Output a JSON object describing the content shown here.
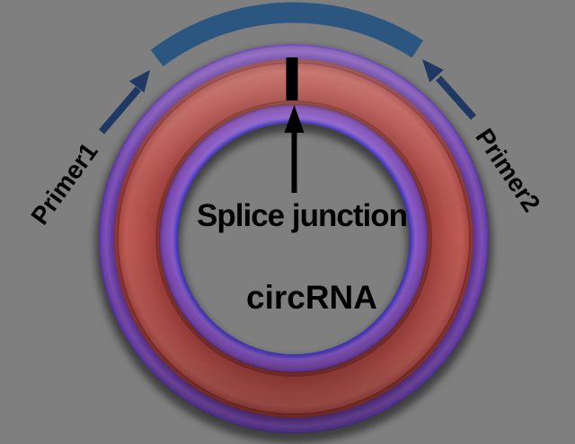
{
  "figure": {
    "labels": {
      "primer1": "Primer1",
      "primer2": "Primer2",
      "splice_junction": "Splice junction",
      "circrna": "circRNA"
    },
    "colors": {
      "background_gray": "#7f7f7f",
      "ring_body_red": "#b14c47",
      "ring_rim_purple": "#7c4db5",
      "amplicon_arc_blue": "#2a567f",
      "primer_arrow_navy": "#1f3864",
      "junction_marker_black": "#000000"
    }
  }
}
